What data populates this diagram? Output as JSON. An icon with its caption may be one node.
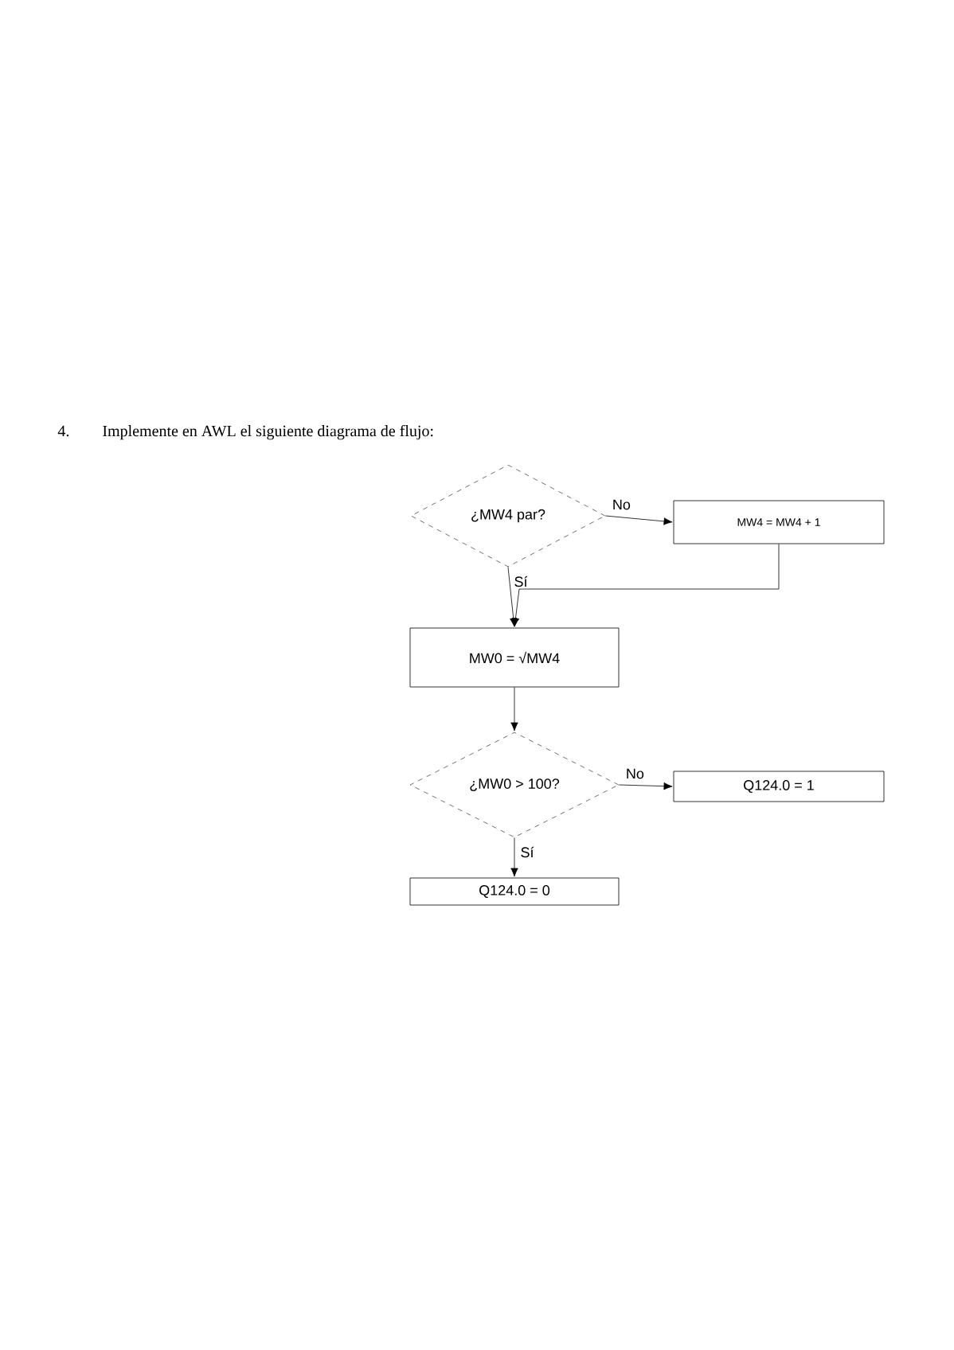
{
  "diagram": {
    "title": "Implemente en AWL el siguiente diagrama de flujo:",
    "nodes": [
      {
        "text": [
          "¿MW4 par?"
        ]
      },
      {
        "text": [
          "MW4 =  MW4 + 1"
        ]
      },
      {
        "text": [
          "MW0 = √MW4"
        ]
      },
      {
        "text": [
          "¿MW0 > 100?"
        ]
      },
      {
        "text": [
          "Q124.0 = 1"
        ]
      },
      {
        "text": [
          "Q124.0 = 0"
        ]
      }
    ],
    "edges": [
      {
        "from": 0,
        "to": 1,
        "arrow": "to",
        "label": "No"
      },
      {
        "from": 0,
        "to": 2,
        "arrow": "to",
        "label": "Sí"
      },
      {
        "from": 1,
        "to": 2,
        "arrow": "to"
      },
      {
        "from": 2,
        "to": 3,
        "arrow": "to"
      },
      {
        "from": 3,
        "to": 4,
        "arrow": "to",
        "label": "No"
      },
      {
        "from": 3,
        "to": 5,
        "arrow": "to",
        "label": "Sí"
      }
    ],
    "labels": [
      "4."
    ]
  }
}
